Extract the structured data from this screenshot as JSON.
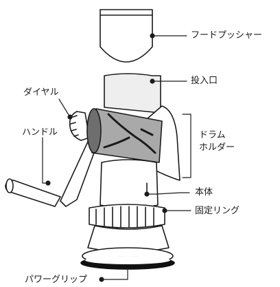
{
  "labels": {
    "food_pusher": "フードプッシャー",
    "inlet": "投入口",
    "dial": "ダイヤル",
    "handle": "ハンドル",
    "drum_holder_line1": "ドラム",
    "drum_holder_line2": "ホルダー",
    "body": "本体",
    "fixing_ring": "固定リング",
    "power_grip": "パワーグリップ"
  },
  "colors": {
    "outline": "#1a1a1a",
    "drum": "#a9a9a9",
    "drum_dark": "#6e6e6e",
    "inlet_shade": "#eeeeee",
    "base_ring": "#111111"
  }
}
